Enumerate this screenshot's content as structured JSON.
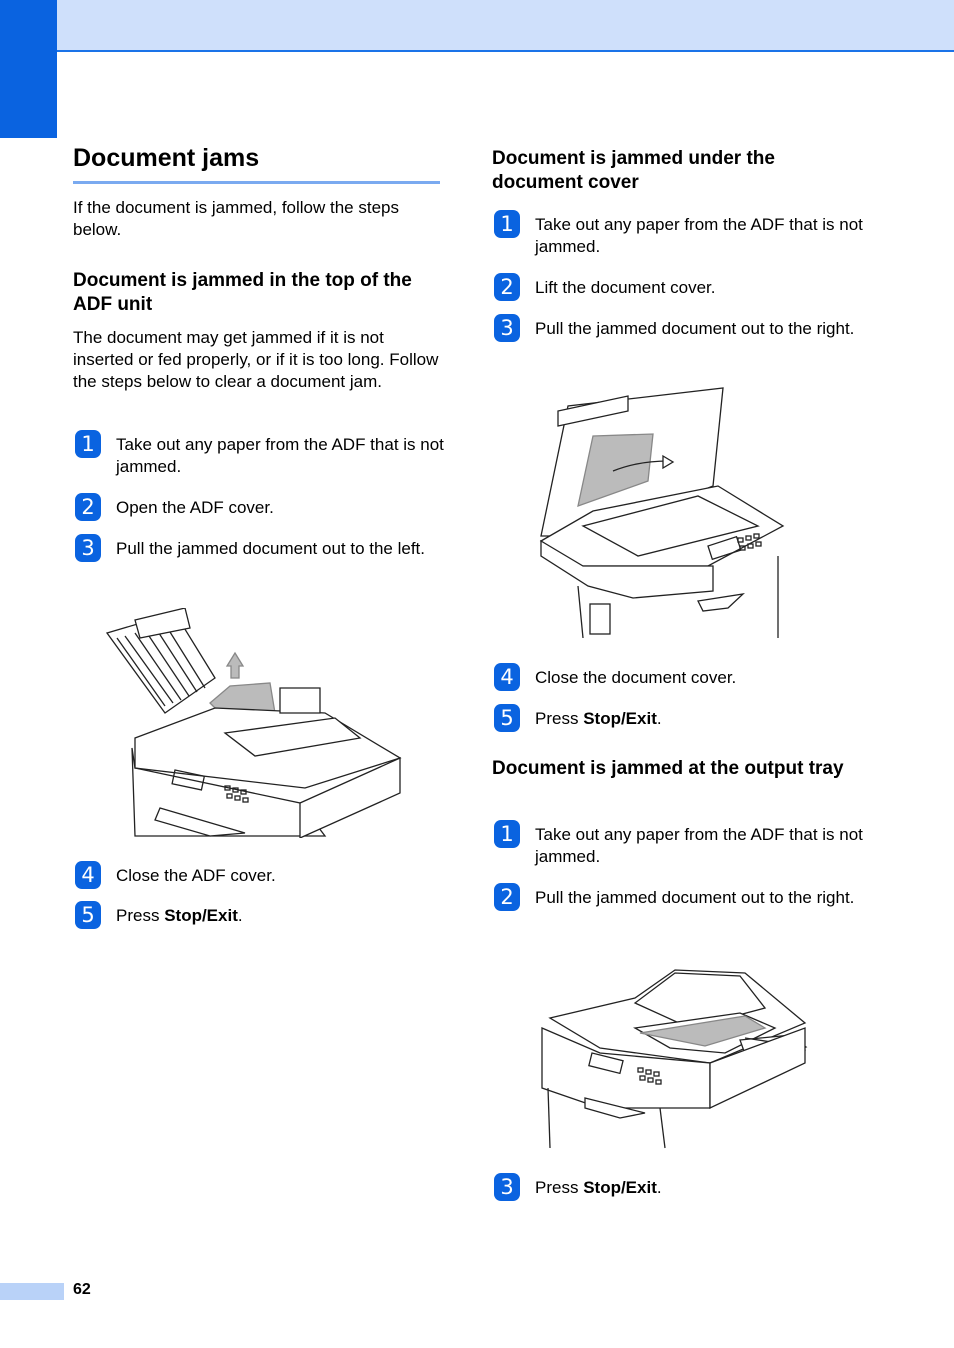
{
  "page": {
    "number": "62"
  },
  "left": {
    "title": "Document jams",
    "intro": "If the document is jammed, follow the steps below.",
    "section1": {
      "heading": "Document is jammed in the top of the ADF unit",
      "body": "The document may get jammed if it is not inserted or fed properly, or if it is too long. Follow the steps below to clear a document jam.",
      "steps": [
        {
          "num": "1",
          "text": "Take out any paper from the ADF that is not jammed."
        },
        {
          "num": "2",
          "text": "Open the ADF cover."
        },
        {
          "num": "3",
          "text": "Pull the jammed document out to the left."
        },
        {
          "num": "4",
          "text": "Close the ADF cover."
        },
        {
          "num": "5",
          "prefix": "Press ",
          "bold": "Stop/Exit",
          "suffix": "."
        }
      ]
    }
  },
  "right": {
    "section2": {
      "heading": "Document is jammed under the document cover",
      "steps": [
        {
          "num": "1",
          "text": "Take out any paper from the ADF that is not jammed."
        },
        {
          "num": "2",
          "text": "Lift the document cover."
        },
        {
          "num": "3",
          "text": "Pull the jammed document out to the right."
        },
        {
          "num": "4",
          "text": "Close the document cover."
        },
        {
          "num": "5",
          "prefix": "Press ",
          "bold": "Stop/Exit",
          "suffix": "."
        }
      ]
    },
    "section3": {
      "heading": "Document is jammed at the output tray",
      "steps": [
        {
          "num": "1",
          "text": "Take out any paper from the ADF that is not jammed."
        },
        {
          "num": "2",
          "text": "Pull the jammed document out to the right."
        },
        {
          "num": "3",
          "prefix": "Press ",
          "bold": "Stop/Exit",
          "suffix": "."
        }
      ]
    }
  },
  "colors": {
    "accent": "#0a63e0",
    "band": "#cfe0fb",
    "rule": "#7aaaf0"
  }
}
